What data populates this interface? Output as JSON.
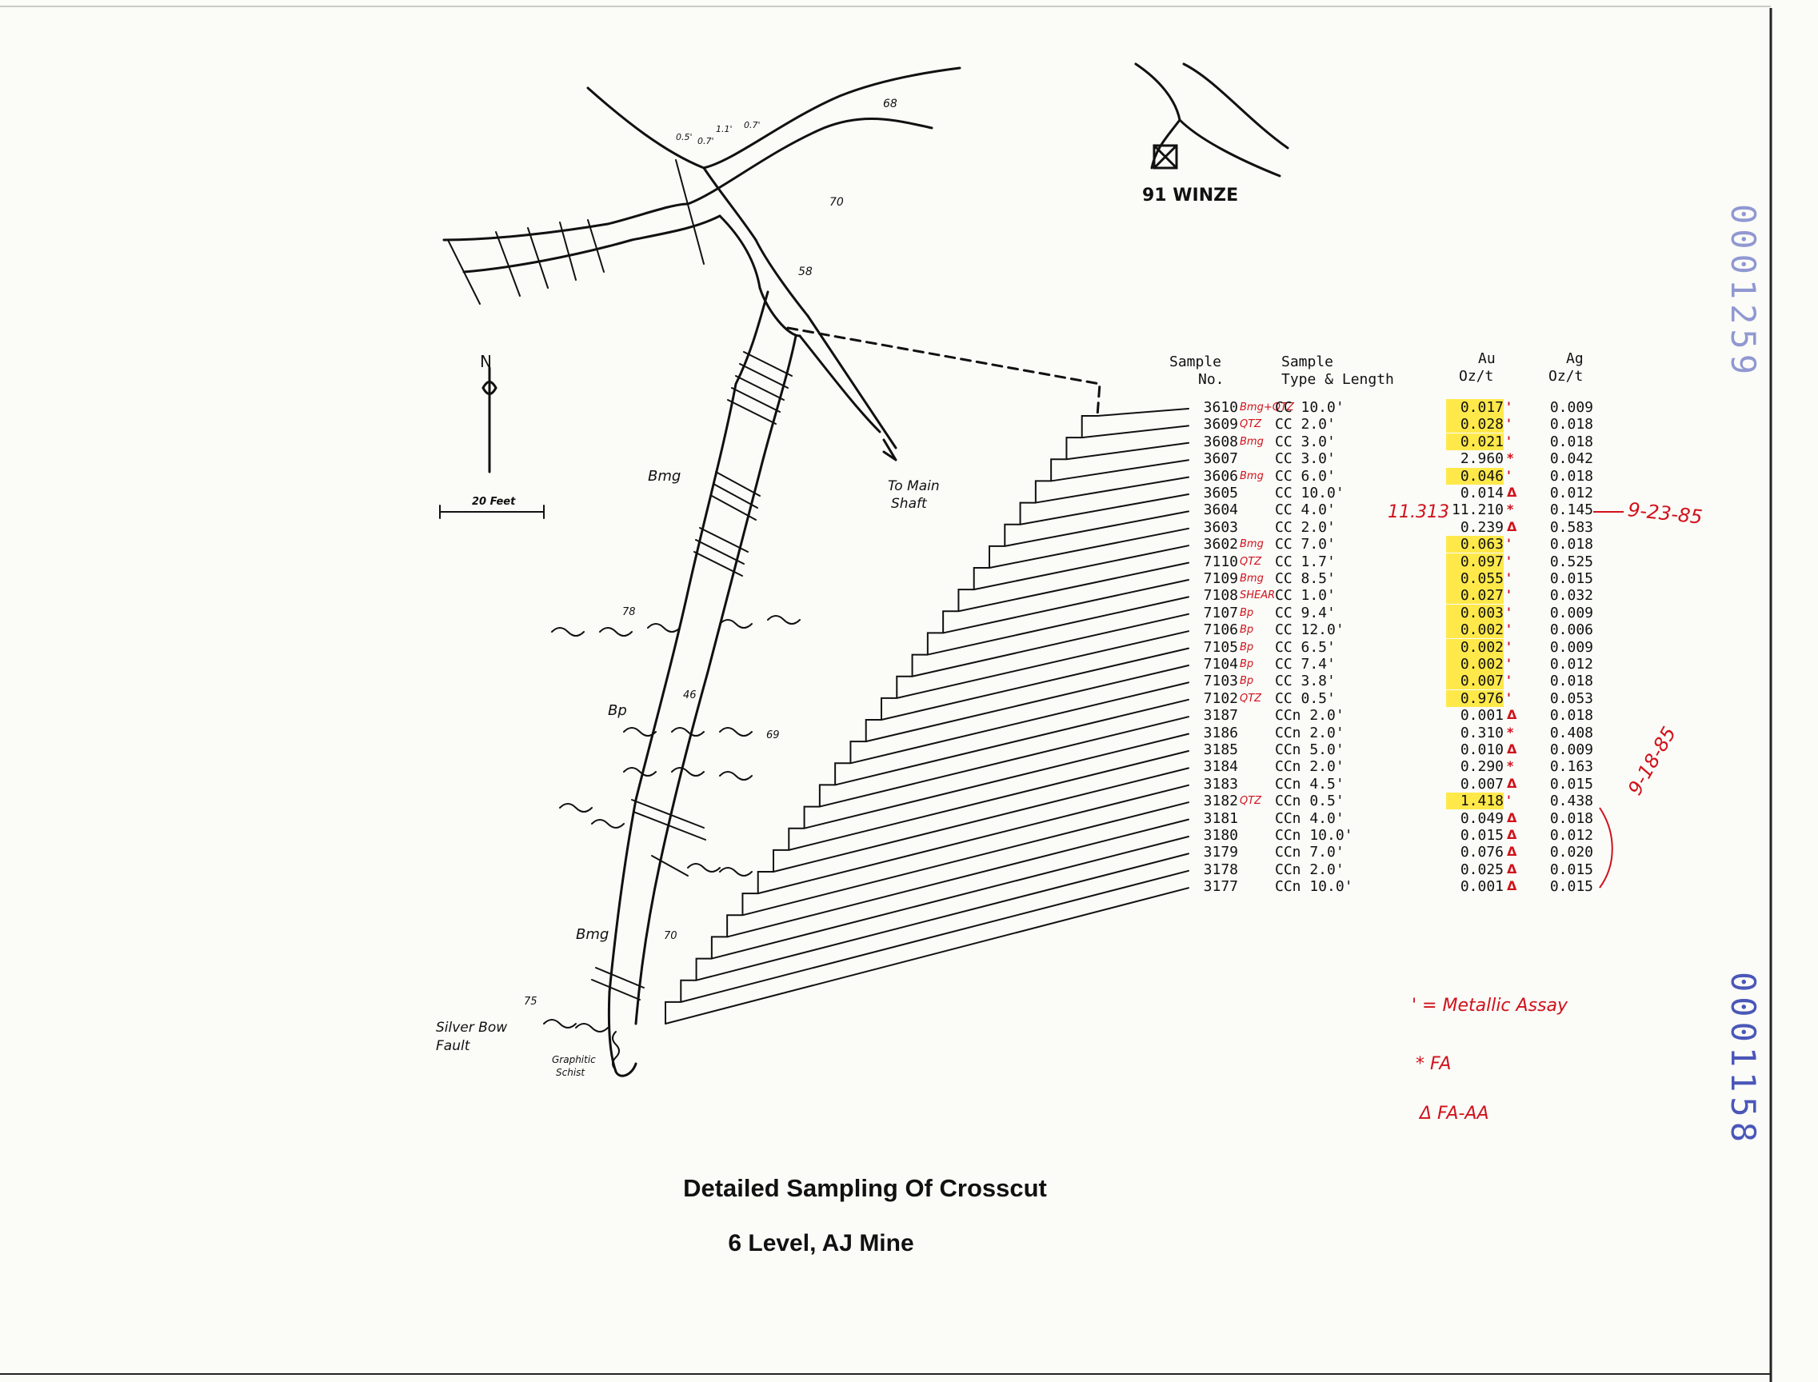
{
  "title": "Detailed Sampling Of Crosscut",
  "subtitle": "6 Level, AJ Mine",
  "map_labels": {
    "winze": "91 WINZE",
    "to_main_shaft_1": "To Main",
    "to_main_shaft_2": "Shaft",
    "north": "N",
    "scale_bar": "20 Feet",
    "bmg_upper": "Bmg",
    "bp": "Bp",
    "bmg_lower": "Bmg",
    "fault_1": "Silver Bow",
    "fault_2": "Fault",
    "schist_1": "Graphitic",
    "schist_2": "Schist",
    "dip_68": "68",
    "dip_70a": "70",
    "dip_58": "58",
    "dip_78": "78",
    "dip_46": "46",
    "dip_69": "69",
    "dip_70b": "70",
    "dip_75": "75",
    "width_05": "0.5'",
    "width_07a": "0.7'",
    "width_11": "1.1'",
    "width_07b": "0.7'"
  },
  "table": {
    "headers": {
      "sample_1": "Sample",
      "sample_2": "No.",
      "type_1": "Sample",
      "type_2": "Type & Length",
      "au_1": "Au",
      "au_2": "Oz/t",
      "ag_1": "Ag",
      "ag_2": "Oz/t"
    },
    "rows": [
      {
        "no": "3610",
        "rock": "Bmg+QTZ",
        "type": "CC 10.0'",
        "au": "0.017",
        "mark": "'",
        "ag": "0.009",
        "hl": true
      },
      {
        "no": "3609",
        "rock": "QTZ",
        "type": "CC 2.0'",
        "au": "0.028",
        "mark": "'",
        "ag": "0.018",
        "hl": true
      },
      {
        "no": "3608",
        "rock": "Bmg",
        "type": "CC 3.0'",
        "au": "0.021",
        "mark": "'",
        "ag": "0.018",
        "hl": true
      },
      {
        "no": "3607",
        "rock": "",
        "type": "CC 3.0'",
        "au": "2.960",
        "mark": "*",
        "ag": "0.042",
        "hl": false
      },
      {
        "no": "3606",
        "rock": "Bmg",
        "type": "CC 6.0'",
        "au": "0.046",
        "mark": "'",
        "ag": "0.018",
        "hl": true
      },
      {
        "no": "3605",
        "rock": "",
        "type": "CC 10.0'",
        "au": "0.014",
        "mark": "Δ",
        "ag": "0.012",
        "hl": false
      },
      {
        "no": "3604",
        "rock": "",
        "type": "CC 4.0'",
        "au": "11.210",
        "mark": "*",
        "ag": "0.145",
        "hl": false
      },
      {
        "no": "3603",
        "rock": "",
        "type": "CC 2.0'",
        "au": "0.239",
        "mark": "Δ",
        "ag": "0.583",
        "hl": false
      },
      {
        "no": "3602",
        "rock": "Bmg",
        "type": "CC 7.0'",
        "au": "0.063",
        "mark": "'",
        "ag": "0.018",
        "hl": true
      },
      {
        "no": "7110",
        "rock": "QTZ",
        "type": "CC 1.7'",
        "au": "0.097",
        "mark": "'",
        "ag": "0.525",
        "hl": true
      },
      {
        "no": "7109",
        "rock": "Bmg",
        "type": "CC 8.5'",
        "au": "0.055",
        "mark": "'",
        "ag": "0.015",
        "hl": true
      },
      {
        "no": "7108",
        "rock": "SHEAR",
        "type": "CC 1.0'",
        "au": "0.027",
        "mark": "'",
        "ag": "0.032",
        "hl": true
      },
      {
        "no": "7107",
        "rock": "Bp",
        "type": "CC 9.4'",
        "au": "0.003",
        "mark": "'",
        "ag": "0.009",
        "hl": true
      },
      {
        "no": "7106",
        "rock": "Bp",
        "type": "CC 12.0'",
        "au": "0.002",
        "mark": "'",
        "ag": "0.006",
        "hl": true
      },
      {
        "no": "7105",
        "rock": "Bp",
        "type": "CC 6.5'",
        "au": "0.002",
        "mark": "'",
        "ag": "0.009",
        "hl": true
      },
      {
        "no": "7104",
        "rock": "Bp",
        "type": "CC 7.4'",
        "au": "0.002",
        "mark": "'",
        "ag": "0.012",
        "hl": true
      },
      {
        "no": "7103",
        "rock": "Bp",
        "type": "CC 3.8'",
        "au": "0.007",
        "mark": "'",
        "ag": "0.018",
        "hl": true
      },
      {
        "no": "7102",
        "rock": "QTZ",
        "type": "CC 0.5'",
        "au": "0.976",
        "mark": "'",
        "ag": "0.053",
        "hl": true
      },
      {
        "no": "3187",
        "rock": "",
        "type": "CCn 2.0'",
        "au": "0.001",
        "mark": "Δ",
        "ag": "0.018",
        "hl": false
      },
      {
        "no": "3186",
        "rock": "",
        "type": "CCn 2.0'",
        "au": "0.310",
        "mark": "*",
        "ag": "0.408",
        "hl": false
      },
      {
        "no": "3185",
        "rock": "",
        "type": "CCn 5.0'",
        "au": "0.010",
        "mark": "Δ",
        "ag": "0.009",
        "hl": false
      },
      {
        "no": "3184",
        "rock": "",
        "type": "CCn 2.0'",
        "au": "0.290",
        "mark": "*",
        "ag": "0.163",
        "hl": false
      },
      {
        "no": "3183",
        "rock": "",
        "type": "CCn 4.5'",
        "au": "0.007",
        "mark": "Δ",
        "ag": "0.015",
        "hl": false
      },
      {
        "no": "3182",
        "rock": "QTZ",
        "type": "CCn 0.5'",
        "au": "1.418",
        "mark": "'",
        "ag": "0.438",
        "hl": true
      },
      {
        "no": "3181",
        "rock": "",
        "type": "CCn 4.0'",
        "au": "0.049",
        "mark": "Δ",
        "ag": "0.018",
        "hl": false
      },
      {
        "no": "3180",
        "rock": "",
        "type": "CCn 10.0'",
        "au": "0.015",
        "mark": "Δ",
        "ag": "0.012",
        "hl": false
      },
      {
        "no": "3179",
        "rock": "",
        "type": "CCn 7.0'",
        "au": "0.076",
        "mark": "Δ",
        "ag": "0.020",
        "hl": false
      },
      {
        "no": "3178",
        "rock": "",
        "type": "CCn 2.0'",
        "au": "0.025",
        "mark": "Δ",
        "ag": "0.015",
        "hl": false
      },
      {
        "no": "3177",
        "rock": "",
        "type": "CCn 10.0'",
        "au": "0.001",
        "mark": "Δ",
        "ag": "0.015",
        "hl": false
      }
    ]
  },
  "annotations": {
    "note_11313": "11.313",
    "date_1": "9-23-85",
    "date_2": "9-18-85"
  },
  "legend": {
    "metallic": "' = Metallic Assay",
    "fa": "* FA",
    "fa_aa": "Δ FA-AA"
  },
  "stamps": {
    "top": "0001259",
    "bottom": "0001158"
  },
  "colors": {
    "ink": "#111111",
    "red_ink": "#d0121b",
    "highlight": "#ffe94a",
    "stamp": "#4a57b8",
    "paper": "#fbfbf8"
  }
}
